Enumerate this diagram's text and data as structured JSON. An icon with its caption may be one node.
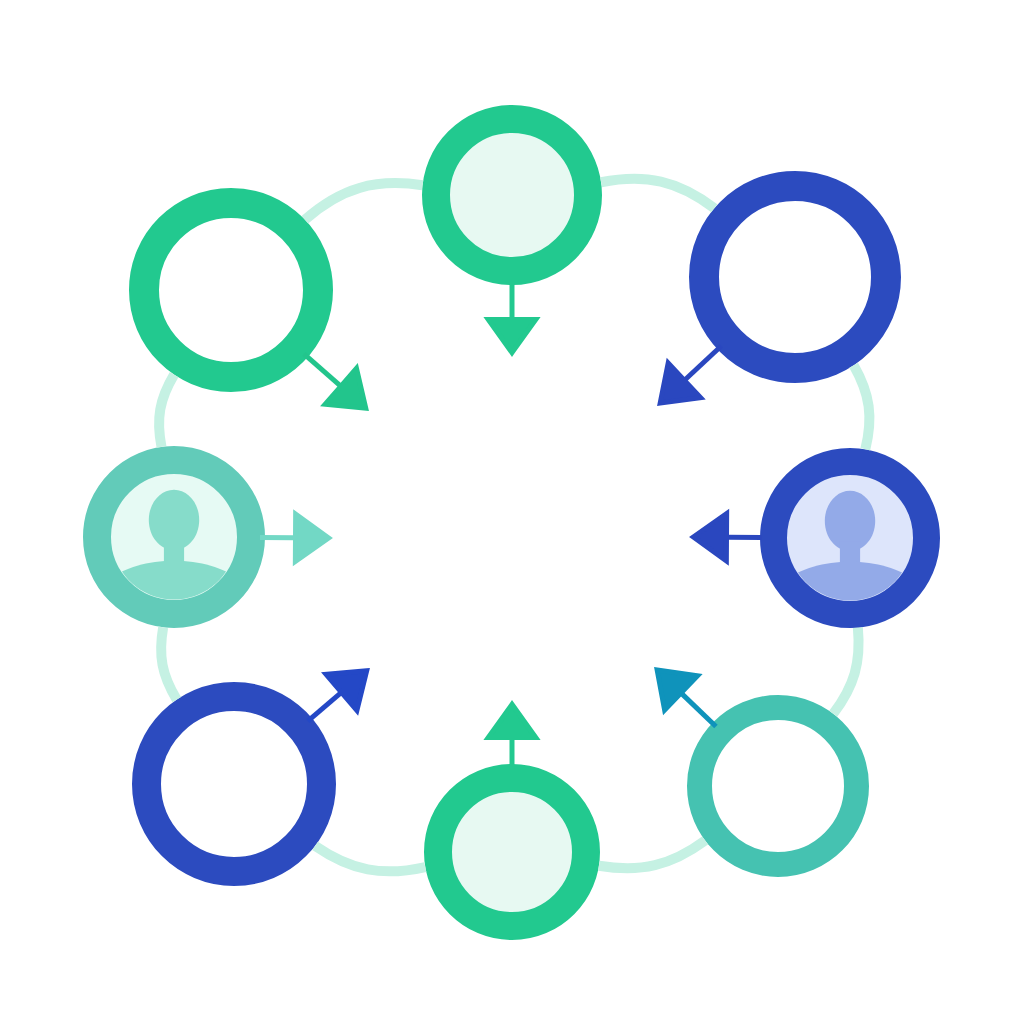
{
  "diagram": {
    "nodes": [
      {
        "text": [],
        "shape": "circle"
      },
      {
        "text": [],
        "shape": "circle"
      },
      {
        "text": [],
        "shape": "circle"
      },
      {
        "text": [],
        "shape": "person"
      },
      {
        "text": [],
        "shape": "person"
      },
      {
        "text": [],
        "shape": "circle"
      },
      {
        "text": [],
        "shape": "circle"
      },
      {
        "text": [],
        "shape": "circle"
      }
    ],
    "edges": [
      {
        "from": 0,
        "to": null,
        "arrow": "to",
        "color": "#22c98f"
      },
      {
        "from": 1,
        "to": null,
        "arrow": "to",
        "color": "#22c58c"
      },
      {
        "from": 2,
        "to": null,
        "arrow": "to",
        "color": "#2a47bf"
      },
      {
        "from": 3,
        "to": null,
        "arrow": "to",
        "color": "#72d8c5"
      },
      {
        "from": 4,
        "to": null,
        "arrow": "to",
        "color": "#2a47bf"
      },
      {
        "from": 5,
        "to": null,
        "arrow": "to",
        "color": "#2448c6"
      },
      {
        "from": 6,
        "to": null,
        "arrow": "to",
        "color": "#0f93bb"
      },
      {
        "from": 7,
        "to": null,
        "arrow": "to",
        "color": "#22c98f"
      },
      {
        "from": 1,
        "to": 0,
        "arrow": "none",
        "style": "thick",
        "color": "#c5f1e3"
      },
      {
        "from": 0,
        "to": 2,
        "arrow": "none",
        "style": "thick",
        "color": "#c5f1e3"
      },
      {
        "from": 2,
        "to": 4,
        "arrow": "none",
        "style": "thick",
        "color": "#c5f1e3"
      },
      {
        "from": 4,
        "to": 6,
        "arrow": "none",
        "style": "thick",
        "color": "#c5f1e3"
      },
      {
        "from": 6,
        "to": 7,
        "arrow": "none",
        "style": "thick",
        "color": "#c5f1e3"
      },
      {
        "from": 7,
        "to": 5,
        "arrow": "none",
        "style": "thick",
        "color": "#c5f1e3"
      },
      {
        "from": 5,
        "to": 3,
        "arrow": "none",
        "style": "thick",
        "color": "#c5f1e3"
      },
      {
        "from": 3,
        "to": 1,
        "arrow": "none",
        "style": "thick",
        "color": "#c5f1e3"
      }
    ]
  }
}
